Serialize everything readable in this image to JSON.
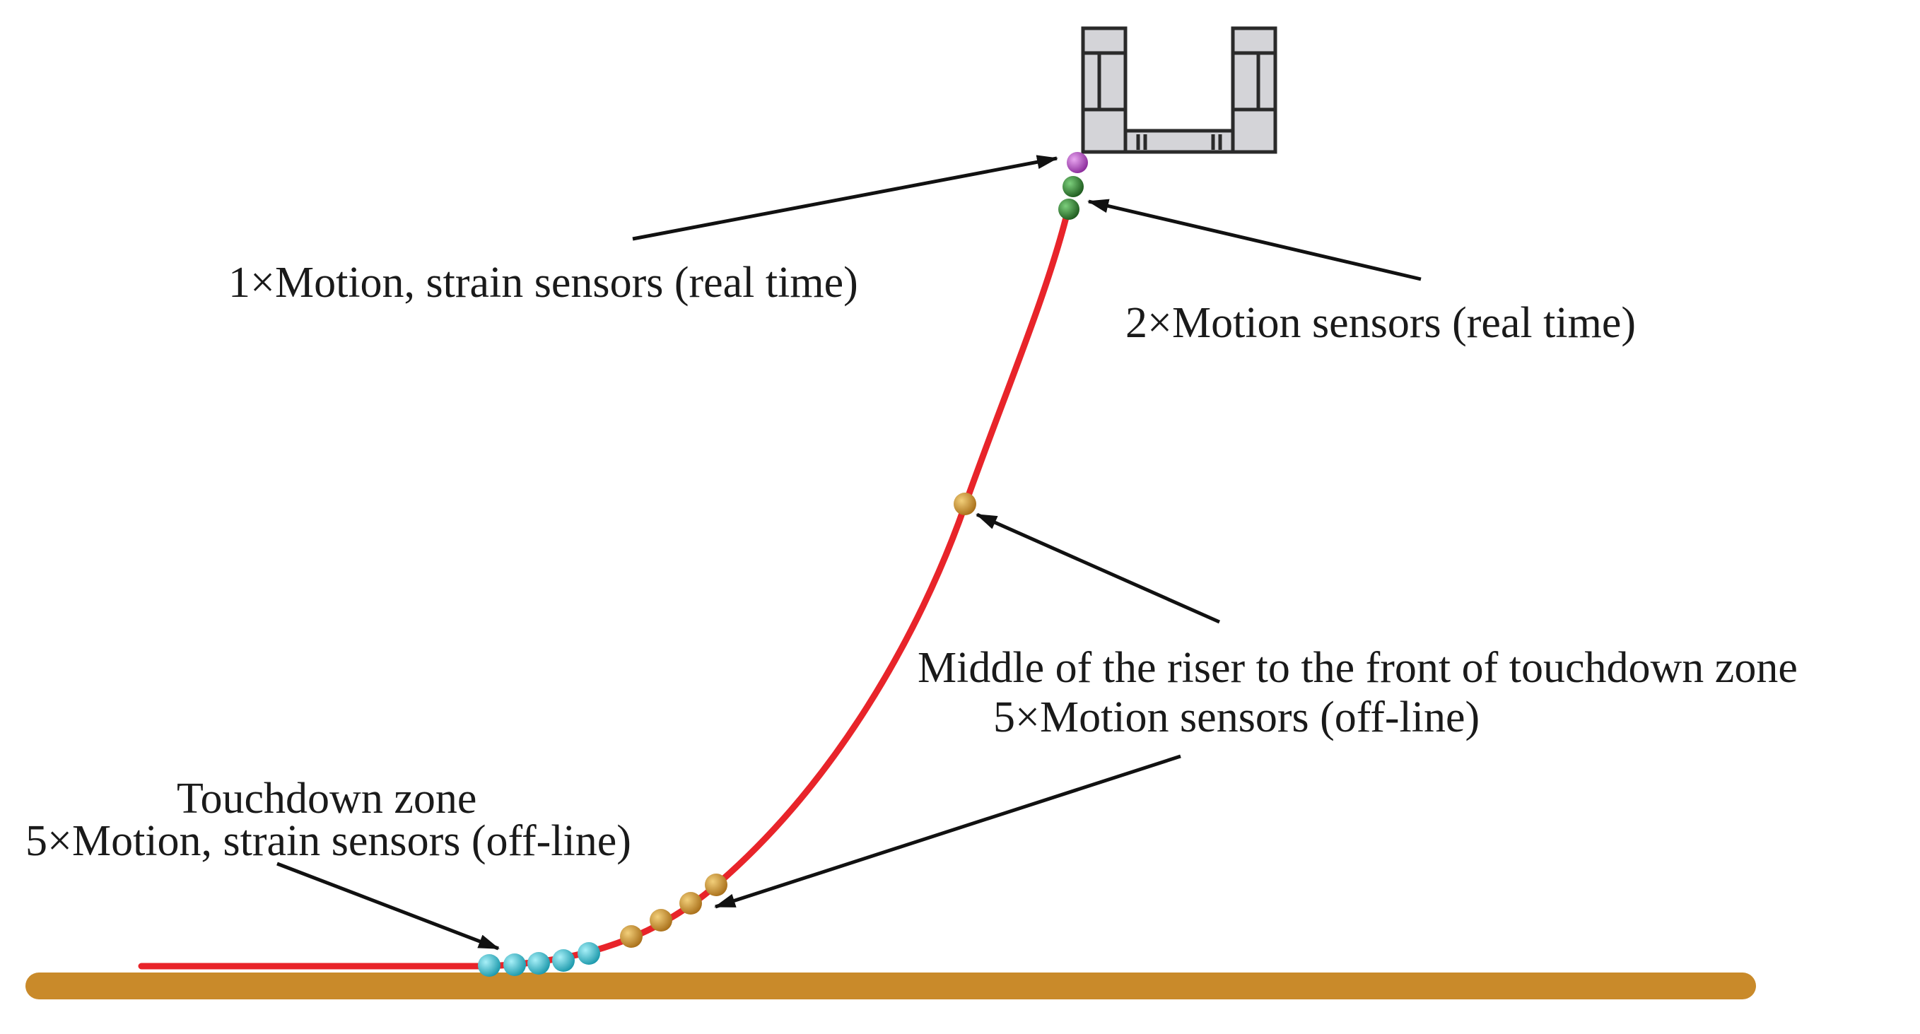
{
  "labels": {
    "top_sensor": "1×Motion, strain sensors (real time)",
    "top_pair": "2×Motion sensors (real time)",
    "middle_line1": "Middle of the riser to the front of touchdown zone",
    "middle_line2": "5×Motion sensors (off-line)",
    "touchdown_line1": "Touchdown zone",
    "touchdown_line2": "5×Motion, strain sensors (off-line)"
  },
  "colors": {
    "riser": "#e8242a",
    "seabed": "#c98a2a",
    "platform_fill": "#d4d4d8",
    "platform_stroke": "#2a2a2a",
    "strain_sensor": "#a23fb0",
    "top_motion_sensor": "#2a6e2a",
    "middle_sensor": "#c98a2a",
    "touchdown_sensor": "#2bb7c9",
    "arrow": "#111111"
  },
  "sensor_groups": [
    {
      "name": "top-strain-sensor",
      "count": 1
    },
    {
      "name": "top-motion-sensor",
      "count": 2
    },
    {
      "name": "middle-motion-sensor",
      "count": 5
    },
    {
      "name": "touchdown-sensor",
      "count": 5
    }
  ]
}
